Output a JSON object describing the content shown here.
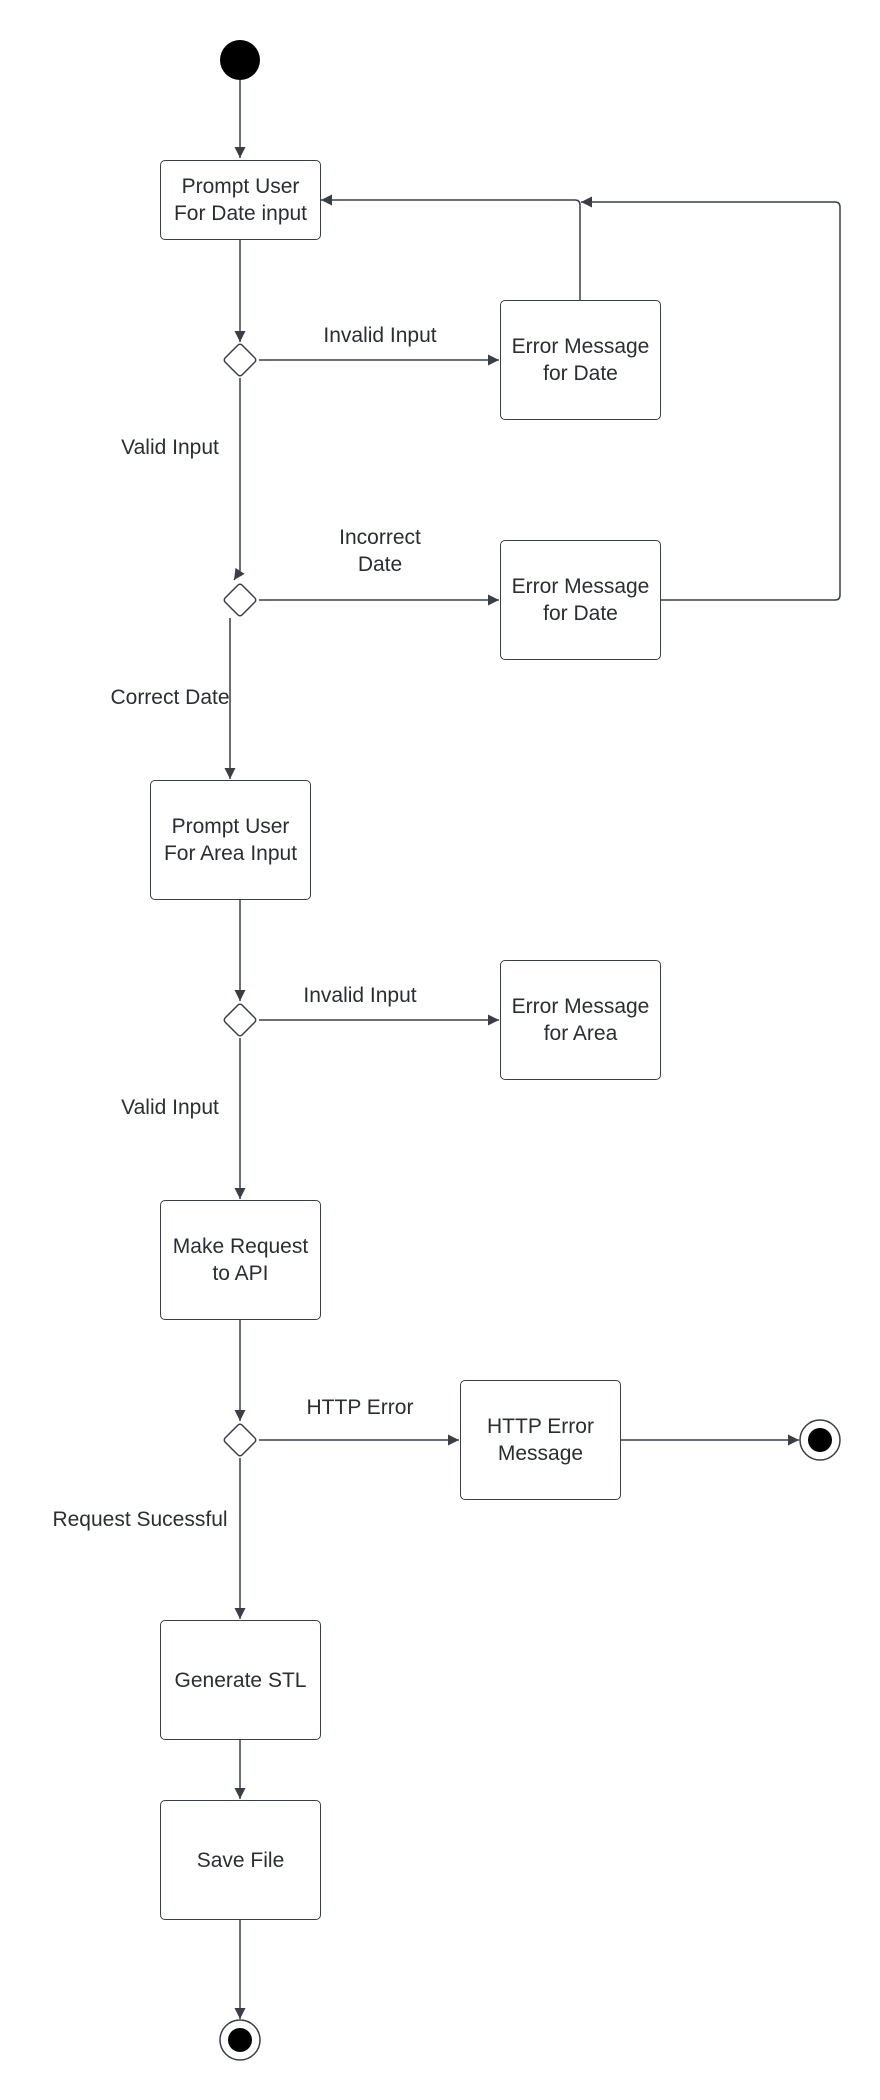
{
  "diagram": {
    "nodes": {
      "prompt_date": "Prompt User\nFor Date input",
      "err_date_1": "Error Message\nfor Date",
      "err_date_2": "Error Message\nfor Date",
      "prompt_area": "Prompt User\nFor Area Input",
      "err_area": "Error Message\nfor Area",
      "make_request": "Make Request\nto API",
      "http_error": "HTTP Error\nMessage",
      "generate_stl": "Generate STL",
      "save_file": "Save File"
    },
    "edge_labels": {
      "invalid_input_date": "Invalid Input",
      "valid_input_date": "Valid Input",
      "incorrect_date": "Incorrect\nDate",
      "correct_date": "Correct Date",
      "invalid_input_area": "Invalid Input",
      "valid_input_area": "Valid Input",
      "http_error": "HTTP Error",
      "request_successful": "Request Sucessful"
    },
    "colors": {
      "stroke": "#3a3f47",
      "text": "#2a2e34",
      "fill": "#ffffff",
      "terminal": "#000000"
    }
  }
}
